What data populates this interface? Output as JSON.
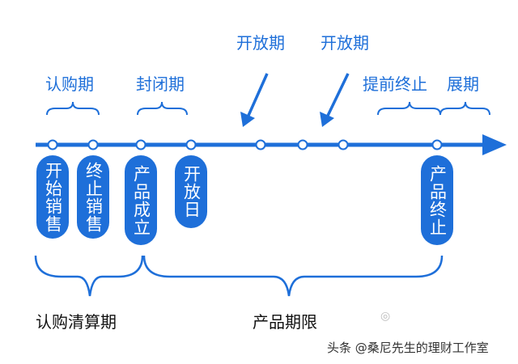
{
  "top_labels": {
    "subscription_period": "认购期",
    "closed_period": "封闭期",
    "open_period_1": "开放期",
    "open_period_2": "开放期",
    "early_termination": "提前终止",
    "extension": "展期"
  },
  "milestones": {
    "start_sale": "开始销售",
    "end_sale": "终止销售",
    "product_established": "产品成立",
    "open_day": "开放日",
    "product_termination": "产品终止"
  },
  "bottom_labels": {
    "subscription_settlement_period": "认购清算期",
    "product_term": "产品期限"
  },
  "watermark": {
    "text": "头条 @桑尼先生的理财工作室"
  },
  "colors": {
    "accent": "#1e6fd9",
    "timeline": "#1e6fd9"
  }
}
